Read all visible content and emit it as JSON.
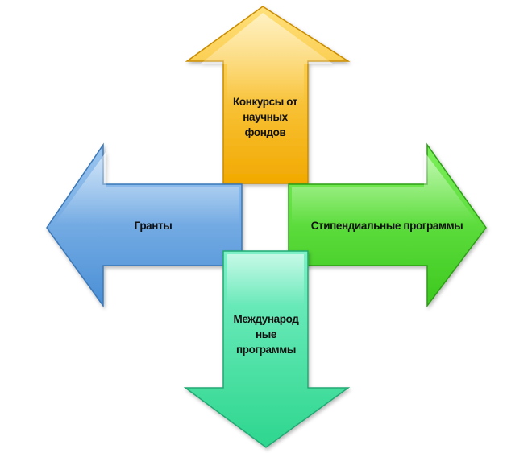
{
  "diagram": {
    "up": {
      "label": "Конкурсы от\nнаучных\nфондов",
      "color_top": "#FFE07A",
      "color_bottom": "#F2A900",
      "edge": "#C98C00"
    },
    "left": {
      "label": "Гранты",
      "color_top": "#9CC6F0",
      "color_bottom": "#4A8FD6",
      "edge": "#3B78B8"
    },
    "right": {
      "label": "Стипендиальные программы",
      "color_top": "#7CF05A",
      "color_bottom": "#3CC81E",
      "edge": "#2E9E16"
    },
    "down": {
      "label": "Международ\nные\nпрограммы",
      "color_top": "#7EF0C8",
      "color_bottom": "#2DD68E",
      "edge": "#22A872"
    }
  }
}
